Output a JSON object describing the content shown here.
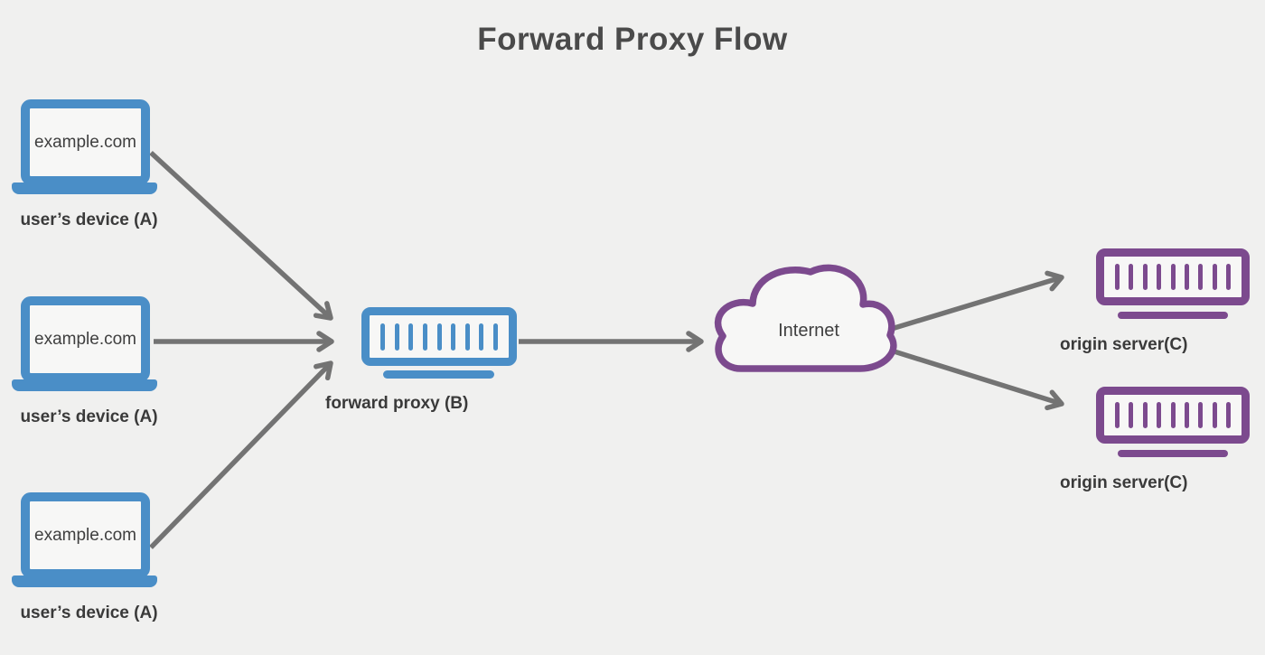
{
  "title": "Forward Proxy Flow",
  "devices": [
    {
      "screen_text": "example.com",
      "label": "user’s device (A)"
    },
    {
      "screen_text": "example.com",
      "label": "user’s device (A)"
    },
    {
      "screen_text": "example.com",
      "label": "user’s device (A)"
    }
  ],
  "proxy": {
    "label": "forward proxy (B)"
  },
  "internet": {
    "label": "Internet"
  },
  "origin_servers": [
    {
      "label": "origin server(C)"
    },
    {
      "label": "origin server(C)"
    }
  ],
  "icons": {
    "device": "laptop-icon",
    "proxy": "server-icon",
    "internet": "cloud-icon",
    "origin_server": "server-icon",
    "connector": "arrow-icon"
  },
  "colors": {
    "background": "#f0f0ef",
    "surface": "#f7f7f6",
    "device_blue": "#4a8ec7",
    "origin_purple": "#7c4a8e",
    "arrow_gray": "#737373",
    "label_text": "#3a3a3a",
    "title_text": "#4a4a4a"
  }
}
